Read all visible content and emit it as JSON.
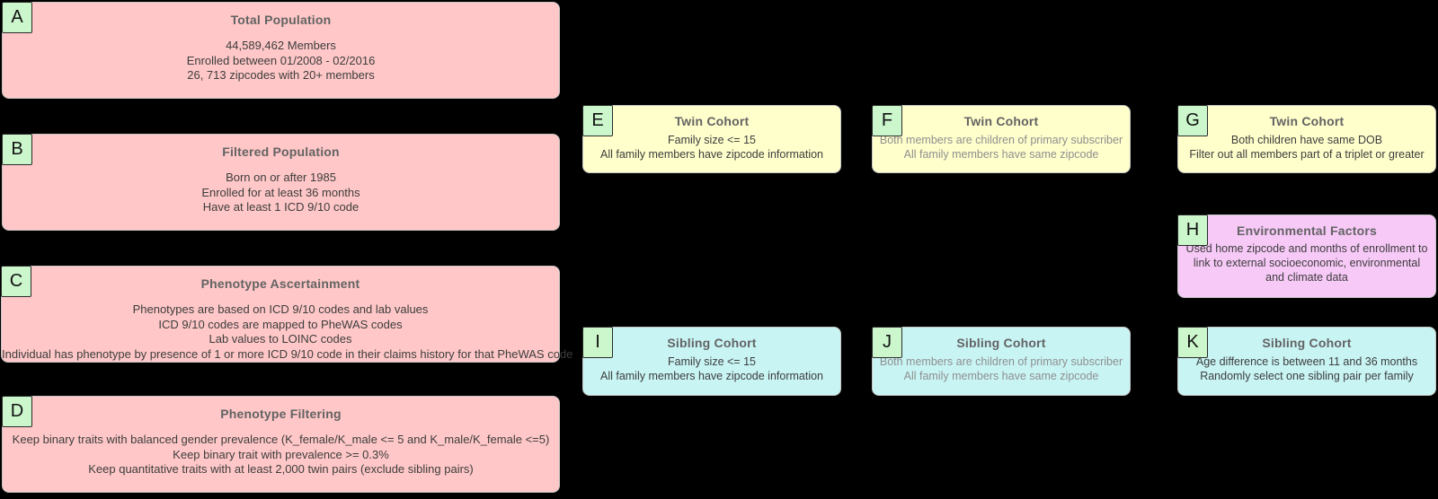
{
  "colors": {
    "background": "#000000",
    "node_pink": "#ffc7c7",
    "node_yellow": "#ffffcc",
    "node_cyan": "#c9f4f4",
    "node_magenta": "#f7c9f7",
    "badge_green": "#ccf7cc",
    "node_border": "#c6c6c6",
    "title_text": "#636363",
    "body_text": "#3d3d3d",
    "muted_text": "#8f8f8f"
  },
  "boxes": {
    "A": {
      "letter": "A",
      "title": "Total Population",
      "lines": [
        "44,589,462 Members",
        "Enrolled between 01/2008 - 02/2016",
        "26, 713 zipcodes with 20+ members"
      ]
    },
    "B": {
      "letter": "B",
      "title": "Filtered Population",
      "lines": [
        "Born on or after 1985",
        "Enrolled for at least 36 months",
        "Have at least 1 ICD 9/10 code"
      ]
    },
    "C": {
      "letter": "C",
      "title": "Phenotype Ascertainment",
      "lines": [
        "Phenotypes are based on ICD 9/10 codes and lab values",
        "ICD 9/10 codes are mapped to PheWAS codes",
        "Lab values to LOINC codes",
        "Individual has phenotype by presence of 1 or more ICD 9/10 code in their claims history for that PheWAS code"
      ]
    },
    "D": {
      "letter": "D",
      "title": "Phenotype Filtering",
      "lines": [
        "Keep binary traits with balanced gender prevalence (K_female/K_male <= 5 and K_male/K_female <=5)",
        "Keep binary trait with prevalence >= 0.3%",
        "Keep quantitative traits with at least 2,000 twin pairs (exclude sibling pairs)"
      ]
    },
    "E": {
      "letter": "E",
      "title": "Twin Cohort",
      "lines": [
        "Family size <= 15",
        "All family members have zipcode information"
      ]
    },
    "F": {
      "letter": "F",
      "title": "Twin Cohort",
      "lines": [
        "Both members are children of primary subscriber",
        "All family members have same zipcode"
      ]
    },
    "G": {
      "letter": "G",
      "title": "Twin Cohort",
      "lines": [
        "Both children have same DOB",
        "Filter out all members part of a triplet or greater"
      ]
    },
    "H": {
      "letter": "H",
      "title": "Environmental Factors",
      "body": "Used home zipcode and months of enrollment to link to external socioeconomic, environmental and climate data"
    },
    "I": {
      "letter": "I",
      "title": "Sibling Cohort",
      "lines": [
        "Family size <= 15",
        "All family members have zipcode information"
      ]
    },
    "J": {
      "letter": "J",
      "title": "Sibling Cohort",
      "lines": [
        "Both members are children of primary subscriber",
        "All family members have same zipcode"
      ]
    },
    "K": {
      "letter": "K",
      "title": "Sibling Cohort",
      "lines": [
        "Age difference is between 11 and 36 months",
        "Randomly select one sibling pair per family"
      ]
    }
  }
}
